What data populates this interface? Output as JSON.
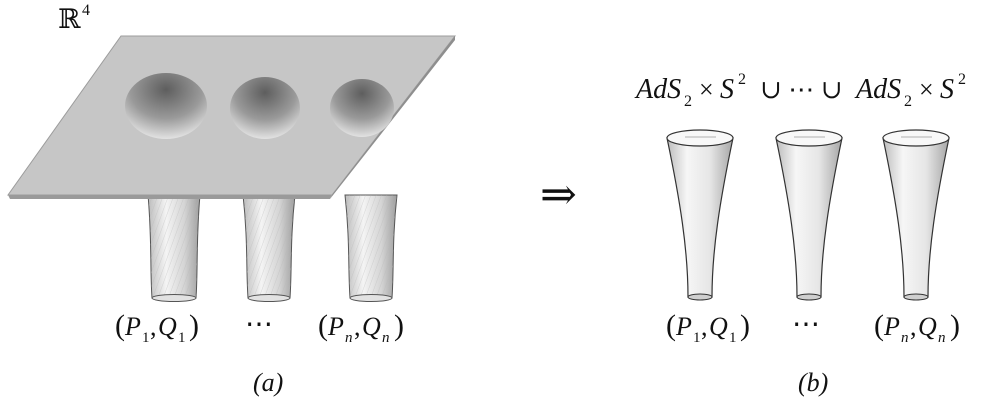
{
  "panel_a": {
    "space_symbol": "ℝ",
    "space_exponent": "4",
    "label_first": {
      "open": "(",
      "p": "P",
      "p_sub": "1",
      "comma": ",",
      "q": "Q",
      "q_sub": "1",
      "close": ")"
    },
    "ellipsis": "⋯",
    "label_last": {
      "open": "(",
      "p": "P",
      "p_sub": "n",
      "comma": ",",
      "q": "Q",
      "q_sub": "n",
      "close": ")"
    },
    "caption": "(a)"
  },
  "arrow": "⇒",
  "panel_b": {
    "header_left": {
      "ads": "AdS",
      "ads_sub": "2",
      "times": "×",
      "s": "S",
      "s_sup": "2"
    },
    "header_union": "∪ ⋯ ∪",
    "header_right": {
      "ads": "AdS",
      "ads_sub": "2",
      "times": "×",
      "s": "S",
      "s_sup": "2"
    },
    "label_first": {
      "open": "(",
      "p": "P",
      "p_sub": "1",
      "comma": ",",
      "q": "Q",
      "q_sub": "1",
      "close": ")"
    },
    "ellipsis": "⋯",
    "label_last": {
      "open": "(",
      "p": "P",
      "p_sub": "n",
      "comma": ",",
      "q": "Q",
      "q_sub": "n",
      "close": ")"
    },
    "caption": "(b)"
  },
  "colors": {
    "plane": "#c6c6c6",
    "plane_edge": "#a8a8a8",
    "hole_dark": "#6a6a6a",
    "hole_light": "#f2f2f2",
    "throat": "#d9d9d9"
  }
}
